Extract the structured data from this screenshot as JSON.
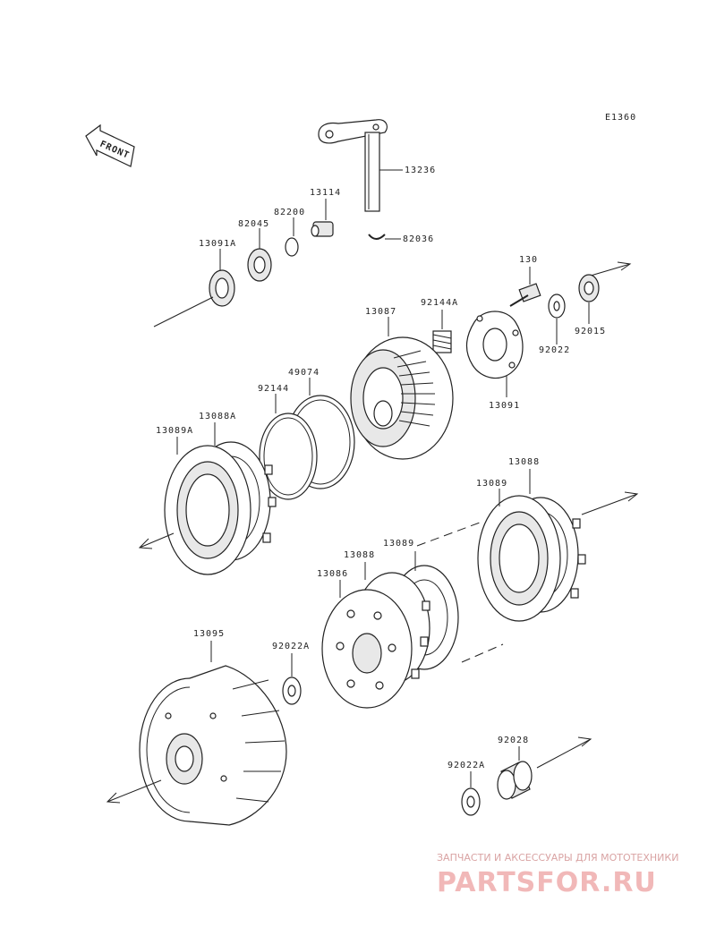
{
  "diagram": {
    "code": "E1360",
    "front_label": "FRONT",
    "parts": {
      "p13236": "13236",
      "p13114": "13114",
      "p82200": "82200",
      "p82045": "82045",
      "p13091A": "13091A",
      "p82036": "82036",
      "p130": "130",
      "p92144A": "92144A",
      "p13087": "13087",
      "p92022": "92022",
      "p92015": "92015",
      "p13091": "13091",
      "p49074": "49074",
      "p92144": "92144",
      "p13088A": "13088A",
      "p13089A": "13089A",
      "p13088": "13088",
      "p13089_right": "13089",
      "p13089_mid": "13089",
      "p13088_mid": "13088",
      "p13086": "13086",
      "p13095": "13095",
      "p92022A_top": "92022A",
      "p92028": "92028",
      "p92022A_bottom": "92022A"
    }
  },
  "watermark": {
    "tagline": "ЗАПЧАСТИ И АКСЕССУАРЫ ДЛЯ МОТОТЕХНИКИ",
    "brand": "PARTSFOR.RU",
    "color": "#e8a0a0"
  }
}
